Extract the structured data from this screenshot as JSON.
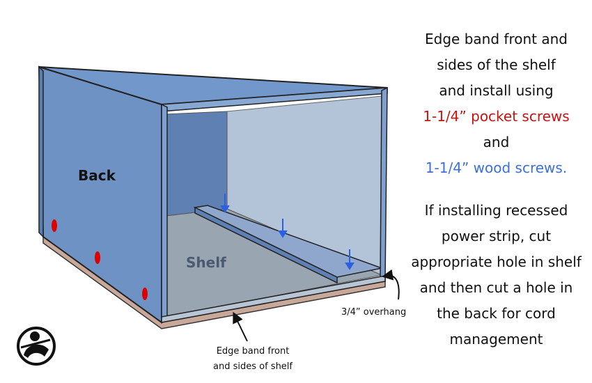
{
  "instructions": {
    "line1": "Edge band front and",
    "line2": "sides of the shelf",
    "line3": "and install using",
    "pocket_screws": "1-1/4” pocket screws",
    "and": "and",
    "wood_screws": "1-1/4” wood screws.",
    "line7": "If installing recessed",
    "line8": "power strip, cut",
    "line9": "appropriate hole in shelf",
    "line10": "and then cut a hole in",
    "line11": "the back for cord",
    "line12": "management"
  },
  "labels": {
    "back": "Back",
    "shelf": "Shelf",
    "overhang": "3/4” overhang",
    "edge_band_1": "Edge band front",
    "edge_band_2": "and sides of shelf"
  },
  "colors": {
    "cabinet_blue": "#6f92c4",
    "interior_light": "#b3c3d8",
    "shelf_floor": "#9aa5b2",
    "edge_band": "#c8a899",
    "pocket_screw_red": "#dd0000",
    "wood_screw_blue": "#3a6fe6"
  },
  "icons": [
    "woodworker-logo-icon",
    "screw-arrow-icon",
    "pocket-hole-icon"
  ]
}
